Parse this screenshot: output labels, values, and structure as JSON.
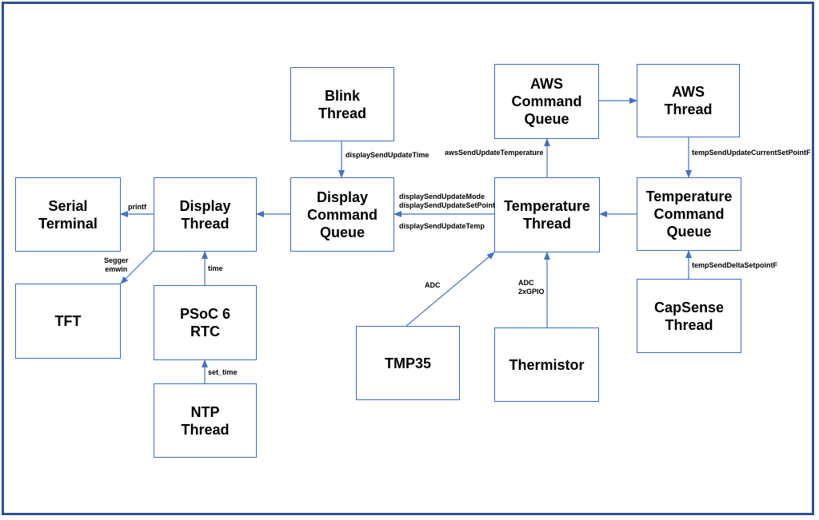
{
  "colors": {
    "frame": "#2f4f96",
    "box_border": "#3b6bbf",
    "arrow": "#4472c4"
  },
  "nodes": {
    "serial_terminal": "Serial\nTerminal",
    "display_thread": "Display\nThread",
    "display_queue": "Display\nCommand\nQueue",
    "blink_thread": "Blink\nThread",
    "aws_queue": "AWS\nCommand\nQueue",
    "aws_thread": "AWS\nThread",
    "temperature_thread": "Temperature\nThread",
    "temperature_queue": "Temperature\nCommand\nQueue",
    "tft": "TFT",
    "psoc_rtc": "PSoC 6\nRTC",
    "ntp_thread": "NTP\nThread",
    "tmp35": "TMP35",
    "thermistor": "Thermistor",
    "capsense_thread": "CapSense\nThread"
  },
  "edge_labels": {
    "printf": "printf",
    "segger_emwin": "Segger\nemwin",
    "time": "time",
    "set_time": "set_time",
    "display_send_update_time": "displaySendUpdateTime",
    "display_send_update_mode_setpoint": "displaySendUpdateMode\ndisplaySendUpdateSetPoint",
    "display_send_update_temp": "displaySendUpdateTemp",
    "aws_send_update_temperature": "awsSendUpdateTemperature",
    "temp_send_update_current_setpoint": "tempSendUpdateCurrentSetPointF",
    "temp_send_delta_setpoint": "tempSendDeltaSetpointF",
    "adc": "ADC",
    "adc_2xgpio": "ADC\n2xGPIO"
  }
}
